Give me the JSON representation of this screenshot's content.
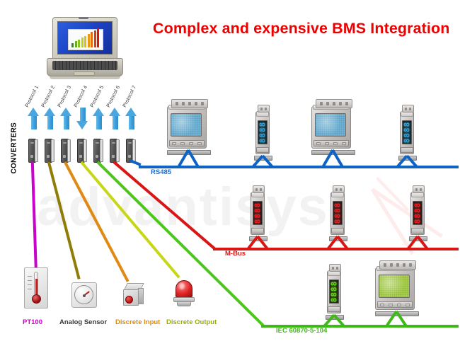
{
  "title": "Complex and expensive BMS Integration",
  "watermark": "advantisys",
  "laptop": {
    "name": "bms-supervisor-laptop",
    "chart_bars": [
      "#2f8a1e",
      "#5fae1c",
      "#8cc01a",
      "#b9cf18",
      "#e0bf12",
      "#eb9a10",
      "#e8690d",
      "#df3a0b",
      "#d41a08"
    ]
  },
  "converters": {
    "section_label": "CONVERTERS",
    "items": [
      {
        "protocol": "Protocol 1",
        "arrow": "up",
        "cable_color": "#cc00cc",
        "field_device": "PT100"
      },
      {
        "protocol": "Protocol 2",
        "arrow": "up",
        "cable_color": "#8f7d08",
        "field_device": "Analog Sensor"
      },
      {
        "protocol": "Protocol 3",
        "arrow": "up",
        "cable_color": "#e08a12",
        "field_device": "Discrete Input"
      },
      {
        "protocol": "Protocol 4",
        "arrow": "down",
        "cable_color": "#c8d618",
        "field_device": "Discrete Output"
      },
      {
        "protocol": "Protocol 5",
        "arrow": "up",
        "cable_color": "#4cc61a",
        "field_device": "IEC 60870-5-104"
      },
      {
        "protocol": "Protocol 6",
        "arrow": "up",
        "cable_color": "#d91616",
        "field_device": "M-Bus"
      },
      {
        "protocol": "Protocol 7",
        "arrow": "up",
        "cable_color": "#0f63c4",
        "field_device": "RS485"
      }
    ]
  },
  "buses": [
    {
      "label": "RS485",
      "color": "#0f63c4",
      "display_color": "#1b6fd0"
    },
    {
      "label": "M-Bus",
      "color": "#d91616",
      "display_color": "#d91616"
    },
    {
      "label": "IEC 60870-5-104",
      "color": "#3fb81a",
      "display_color": "#3fb81a"
    }
  ],
  "field_devices": [
    {
      "label": "PT100",
      "icon": "thermometer-icon",
      "label_color": "#cc00cc"
    },
    {
      "label": "Analog Sensor",
      "icon": "gauge-icon",
      "label_color": "#3a3a3a"
    },
    {
      "label": "Discrete Input",
      "icon": "pushbutton-icon",
      "label_color": "#e08a12"
    },
    {
      "label": "Discrete Output",
      "icon": "beacon-light-icon",
      "label_color": "#9aae06"
    }
  ],
  "meters": {
    "rs485_row": [
      {
        "type": "wide",
        "display": "",
        "lcd_color": "#6fb4d8"
      },
      {
        "type": "narrow",
        "display": "8888",
        "lcd_color": "#29a8e0"
      },
      {
        "type": "wide",
        "display": "",
        "lcd_color": "#6fb4d8"
      },
      {
        "type": "narrow",
        "display": "8888",
        "lcd_color": "#29a8e0"
      }
    ],
    "mbus_row": [
      {
        "type": "narrow",
        "display": "8888",
        "lcd_color": "#f02020"
      },
      {
        "type": "narrow",
        "display": "8888",
        "lcd_color": "#f02020"
      },
      {
        "type": "narrow",
        "display": "8888",
        "lcd_color": "#f02020"
      }
    ],
    "iec_row": [
      {
        "type": "narrow",
        "display": "8888",
        "lcd_color": "#6ad418"
      },
      {
        "type": "wide",
        "display": "",
        "lcd_color": "#a8d14a"
      }
    ]
  }
}
